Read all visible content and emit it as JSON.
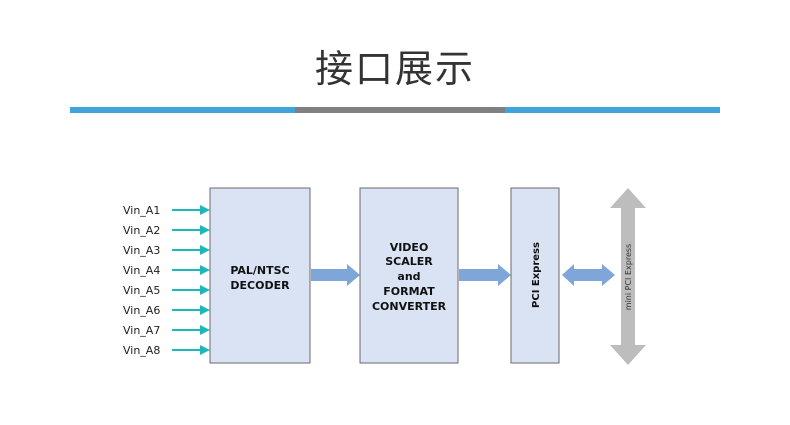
{
  "header": {
    "title": "接口展示",
    "rule_colors": {
      "left": "#3fa3dc",
      "middle": "#808080",
      "right": "#3fa3dc"
    }
  },
  "diagram": {
    "inputs": [
      "Vin_A1",
      "Vin_A2",
      "Vin_A3",
      "Vin_A4",
      "Vin_A5",
      "Vin_A6",
      "Vin_A7",
      "Vin_A8"
    ],
    "decoder": {
      "lines": [
        "PAL/NTSC",
        "DECODER"
      ]
    },
    "scaler": {
      "lines": [
        "VIDEO",
        "SCALER",
        "and",
        "FORMAT",
        "CONVERTER"
      ]
    },
    "pci": {
      "label": "PCI Express"
    },
    "bus": {
      "label": "mini PCI Express"
    },
    "colors": {
      "block_fill": "#d9e3f3",
      "block_stroke": "#6a6a6a",
      "input_arrow": "#1fb8b8",
      "flow_arrow": "#7ea6d9",
      "bus_arrow": "#bdbdbd"
    }
  }
}
